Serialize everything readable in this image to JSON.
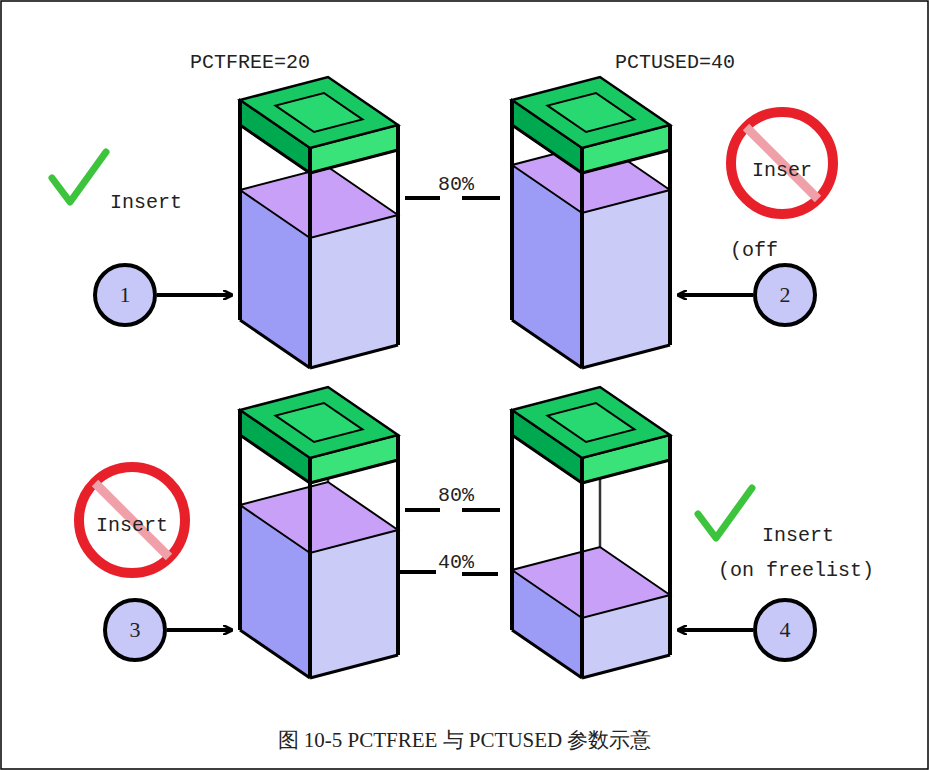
{
  "diagram": {
    "caption": "图 10-5  PCTFREE 与 PCTUSED 参数示意",
    "nodes": [
      {
        "text": [
          "1"
        ]
      },
      {
        "text": [
          "2"
        ]
      },
      {
        "text": [
          "3"
        ]
      },
      {
        "text": [
          "4"
        ]
      }
    ],
    "labels": [
      "PCTFREE=20",
      "PCTUSED=40",
      "Insert",
      "80%",
      "Inser",
      "(off",
      "Insert",
      "80%",
      "40%",
      "Insert",
      "(on freelist)"
    ]
  }
}
